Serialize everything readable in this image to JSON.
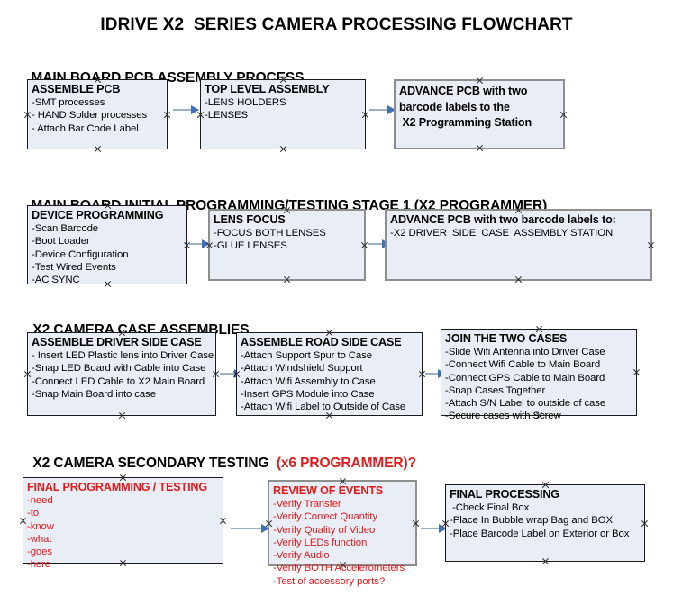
{
  "title": "IDRIVE X2  SERIES CAMERA PROCESSING FLOWCHART",
  "sections": [
    {
      "heading": "MAIN BOARD PCB ASSEMBLY PROCESS",
      "heading_accent": "",
      "boxes": [
        {
          "title": "ASSEMBLE PCB",
          "lines": [
            "-SMT processes",
            "- HAND Solder processes",
            "- Attach Bar Code Label"
          ],
          "border": "dark",
          "text_color": "black"
        },
        {
          "title": "TOP LEVEL ASSEMBLY",
          "lines": [
            "-LENS HOLDERS",
            "-LENSES"
          ],
          "border": "dark",
          "text_color": "black"
        },
        {
          "title": "ADVANCE PCB with two\nbarcode labels to the\n X2 Programming Station",
          "lines": [],
          "border": "gray",
          "text_color": "black"
        }
      ]
    },
    {
      "heading": "MAIN BOARD INITIAL PROGRAMMING/TESTING STAGE 1 (X2 PROGRAMMER)",
      "heading_accent": "",
      "boxes": [
        {
          "title": "DEVICE PROGRAMMING",
          "lines": [
            "-Scan Barcode",
            "-Boot Loader",
            "-Device Configuration",
            "-Test Wired Events",
            "-AC SYNC"
          ],
          "border": "dark",
          "text_color": "black"
        },
        {
          "title": "LENS FOCUS",
          "lines": [
            "-FOCUS BOTH LENSES",
            "-GLUE LENSES"
          ],
          "border": "gray",
          "text_color": "black"
        },
        {
          "title": "ADVANCE PCB with two barcode labels to:",
          "lines": [
            "-X2 DRIVER  SIDE  CASE  ASSEMBLY STATION"
          ],
          "border": "gray",
          "text_color": "black"
        }
      ]
    },
    {
      "heading": "X2 CAMERA CASE ASSEMBLIES",
      "heading_accent": "",
      "boxes": [
        {
          "title": "ASSEMBLE DRIVER SIDE CASE",
          "lines": [
            "- Insert LED Plastic lens into Driver Case",
            "-Snap LED Board with Cable into Case",
            "-Connect LED Cable to X2 Main Board",
            "-Snap Main Board into case"
          ],
          "border": "dark",
          "text_color": "black"
        },
        {
          "title": "ASSEMBLE ROAD SIDE CASE",
          "lines": [
            "-Attach Support Spur to Case",
            "-Attach Windshield Support",
            "-Attach Wifi Assembly to Case",
            "-Insert GPS Module into Case",
            "-Attach Wifi Label to Outside of Case"
          ],
          "border": "dark",
          "text_color": "black"
        },
        {
          "title": "JOIN THE TWO CASES",
          "lines": [
            "-Slide Wifi Antenna into Driver Case",
            "-Connect Wifi Cable to Main Board",
            "-Connect GPS Cable to Main Board",
            "-Snap Cases Together",
            "-Attach S/N Label to outside of case",
            "-Secure cases with Screw"
          ],
          "border": "dark",
          "text_color": "black"
        }
      ]
    },
    {
      "heading": "X2 CAMERA SECONDARY TESTING  ",
      "heading_accent": "(x6 PROGRAMMER)?",
      "boxes": [
        {
          "title": "FINAL PROGRAMMING / TESTING",
          "lines": [
            "-need",
            "-to",
            "-know",
            "-what",
            "-goes",
            "-here"
          ],
          "border": "dark",
          "text_color": "red"
        },
        {
          "title": "REVIEW OF EVENTS",
          "lines": [
            "-Verify Transfer",
            "-Verify Correct Quantity",
            "-Verify Quality of Video",
            "-Verify LEDs function",
            "-Verify Audio",
            "-Verify BOTH Accelerometers",
            "-Test of accessory ports?"
          ],
          "border": "gray",
          "text_color": "red"
        },
        {
          "title": "FINAL PROCESSING",
          "lines": [
            " -Check Final Box",
            "-Place In Bubble wrap Bag and BOX",
            "-Place Barcode Label on Exterior or Box"
          ],
          "border": "dark",
          "text_color": "black"
        }
      ]
    }
  ],
  "colors": {
    "box_fill": "#e9eef6",
    "box_border_dark": "#1a1a1a",
    "box_border_gray": "#8e8e8e",
    "accent_red": "#e01b1b",
    "connector_shaft": "#9ab0c6",
    "connector_head": "#3f6fb5"
  }
}
